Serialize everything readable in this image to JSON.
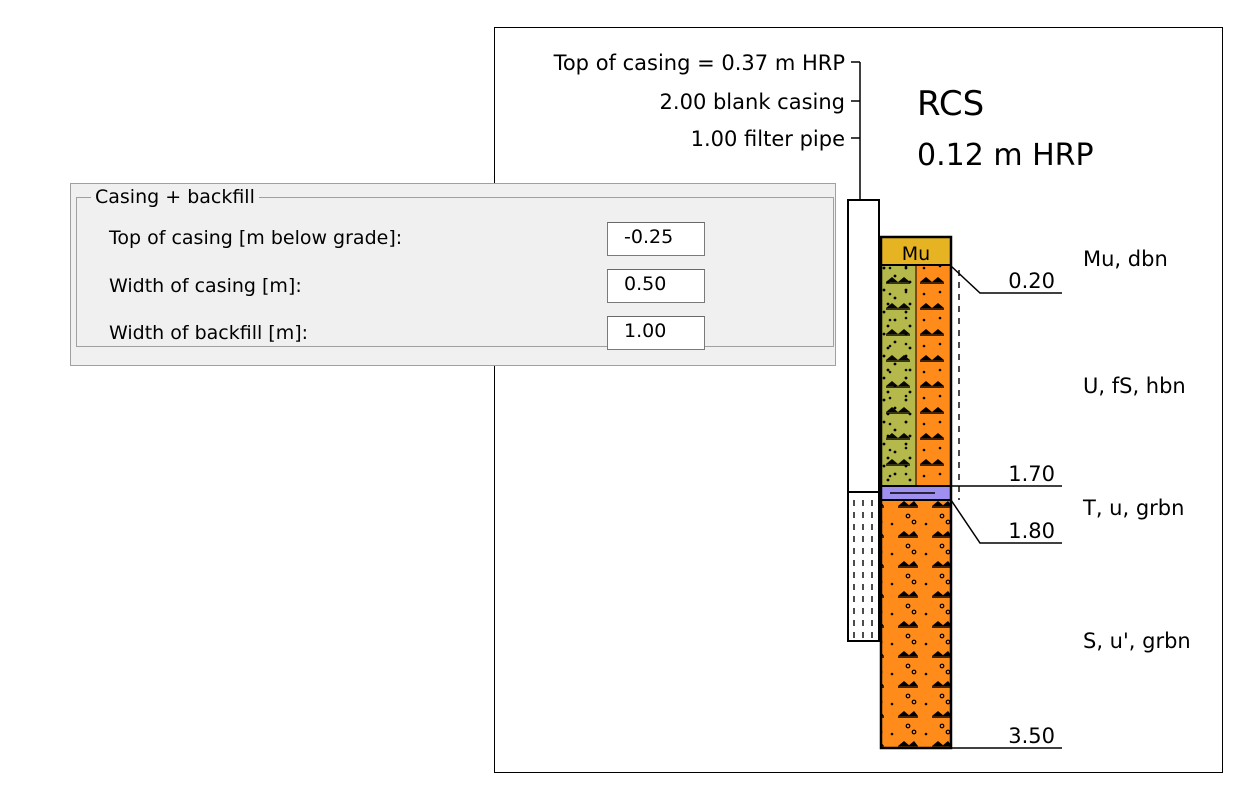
{
  "panel": {
    "title": "Casing + backfill",
    "fields": [
      {
        "label": "Top of casing [m below grade]:",
        "value": "-0.25"
      },
      {
        "label": "Width of casing [m]:",
        "value": "0.50"
      },
      {
        "label": "Width of backfill [m]:",
        "value": "1.00"
      }
    ]
  },
  "diagram": {
    "well_name": "RCS",
    "elevation": "0.12 m HRP",
    "annotations": {
      "top_of_casing": "Top of casing = 0.37 m HRP",
      "blank_casing": "2.00 blank casing",
      "filter_pipe": "1.00 filter pipe"
    },
    "layers": [
      {
        "code": "Mu",
        "description": "Mu, dbn",
        "bottom_depth": "0.20",
        "colors": [
          "#e6b422"
        ]
      },
      {
        "code": "",
        "description": "U, fS, hbn",
        "bottom_depth": "1.70",
        "colors": [
          "#b5b84a",
          "#ff8c1a"
        ]
      },
      {
        "code": "",
        "description": "T, u, grbn",
        "bottom_depth": "1.80",
        "colors": [
          "#9f8fef"
        ]
      },
      {
        "code": "",
        "description": "S, u', grbn",
        "bottom_depth": "3.50",
        "colors": [
          "#ff8c1a"
        ]
      }
    ]
  }
}
